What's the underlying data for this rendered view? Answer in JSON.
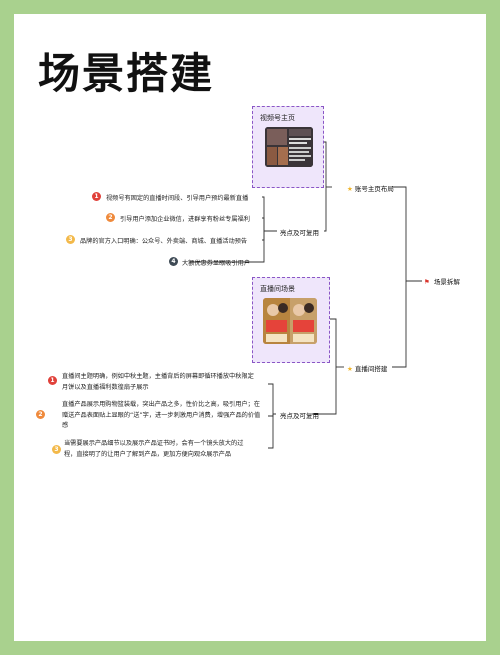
{
  "title": "场景搭建",
  "root": {
    "label": "场景拆解"
  },
  "branch_account": {
    "label": "账号主页布局",
    "image_label": "视频号主页",
    "sub_label": "亮点及可复用",
    "items": [
      {
        "num": "1",
        "color": "#e0413a",
        "text": "视频号有固定的直播时间段、引导用户预约最新直播"
      },
      {
        "num": "2",
        "color": "#ef8a3c",
        "text": "引导用户添加企业微信，进群享有粉丝专属福利"
      },
      {
        "num": "3",
        "color": "#f3b94a",
        "text": "品牌的官方入口明确：公众号、外卖端、商城、直播活动预告"
      },
      {
        "num": "4",
        "color": "#3e4a55",
        "text": "大额优惠券显眼吸引用户"
      }
    ]
  },
  "branch_live": {
    "label": "直播间搭建",
    "image_label": "直播间场景",
    "sub_label": "亮点及可复用",
    "items": [
      {
        "num": "1",
        "color": "#e0413a",
        "lines": [
          "直播间主题明确，例如中秋主题，主播背后的屏幕即循环播放中秋限定",
          "月饼以及直播福利数徨扇子展示"
        ]
      },
      {
        "num": "2",
        "color": "#ef8a3c",
        "lines": [
          "直播产品展示用购物篮装载，突出产品之多，性价比之高，吸引用户；在",
          "赠送产品表面贴上显眼的“送”字，进一步刺激用户消费，增强产品的价值",
          "感"
        ]
      },
      {
        "num": "3",
        "color": "#f3b94a",
        "lines": [
          "当需要展示产品细节以及展示产品证书时，会有一个镜头放大的过",
          "程，直接明了的让用户了解到产品，更加方便向观众展示产品"
        ]
      }
    ]
  }
}
